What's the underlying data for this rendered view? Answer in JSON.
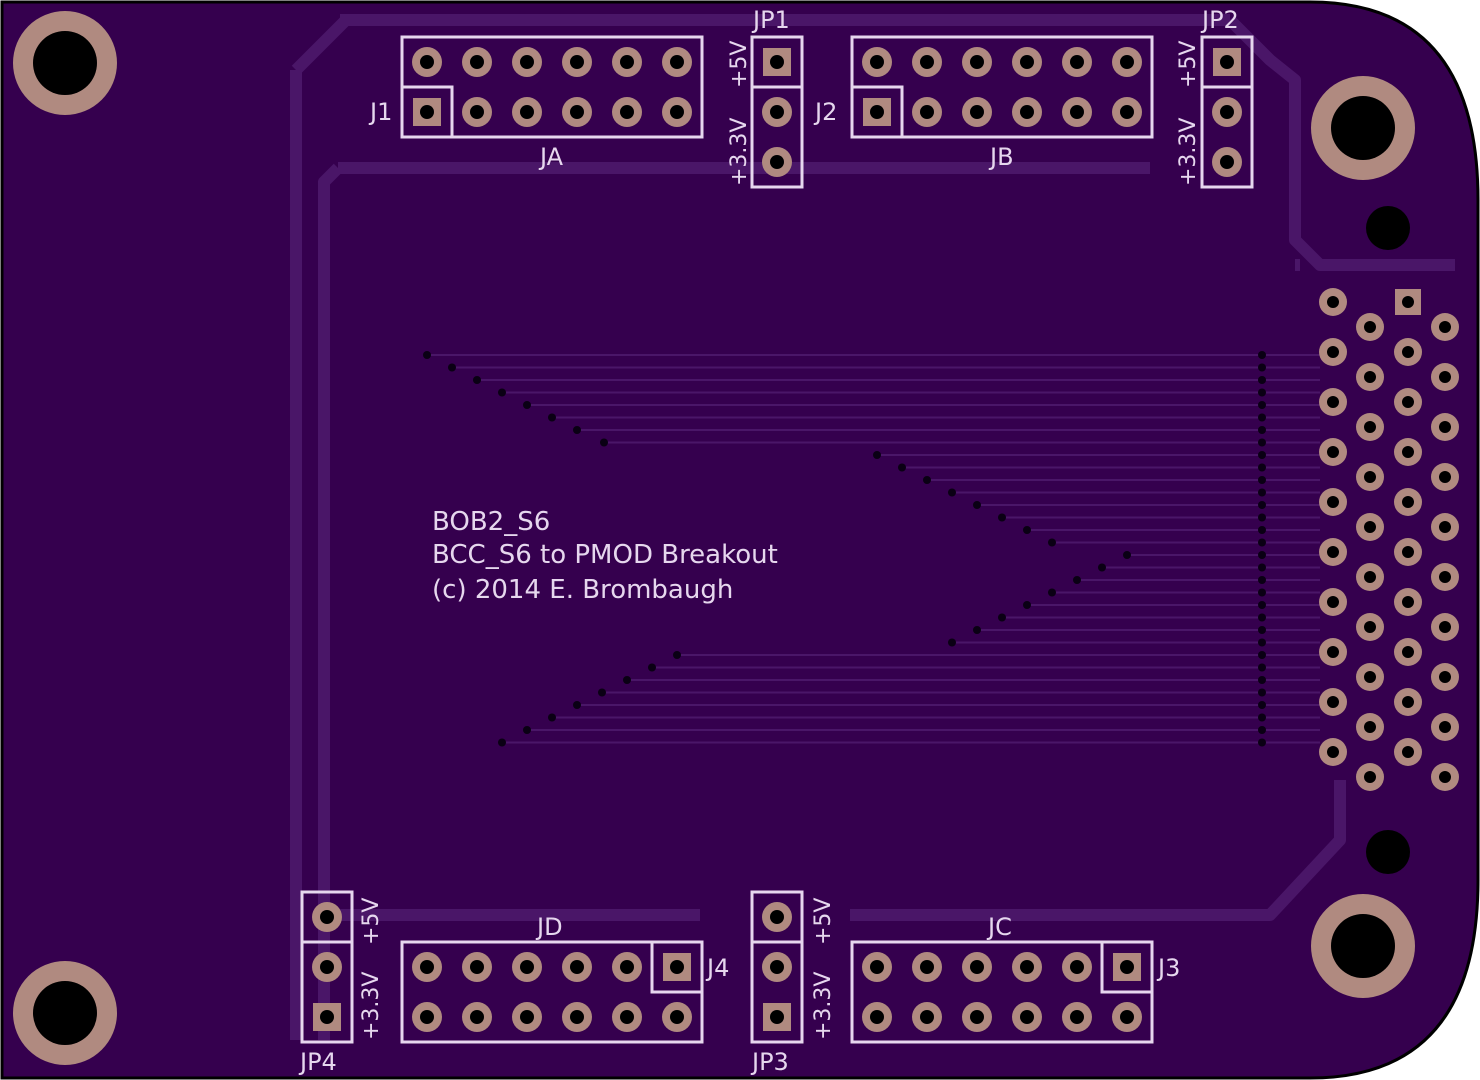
{
  "colors": {
    "board": "#35004e",
    "outline": "#000000",
    "copper_trace": "#4a1668",
    "silk": "#e6d7ee",
    "pad_copper": "#b08a80",
    "hole": "#000000"
  },
  "board_text": {
    "line1": "BOB2_S6",
    "line2": "BCC_S6 to PMOD Breakout",
    "line3": "(c) 2014 E. Brombaugh"
  },
  "connectors": {
    "j1": "J1",
    "j2": "J2",
    "j3": "J3",
    "j4": "J4",
    "ja": "JA",
    "jb": "JB",
    "jc": "JC",
    "jd": "JD"
  },
  "jumpers": {
    "jp1": "JP1",
    "jp2": "JP2",
    "jp3": "JP3",
    "jp4": "JP4"
  },
  "power_labels": {
    "v5": "+5V",
    "v33": "+3.3V"
  }
}
